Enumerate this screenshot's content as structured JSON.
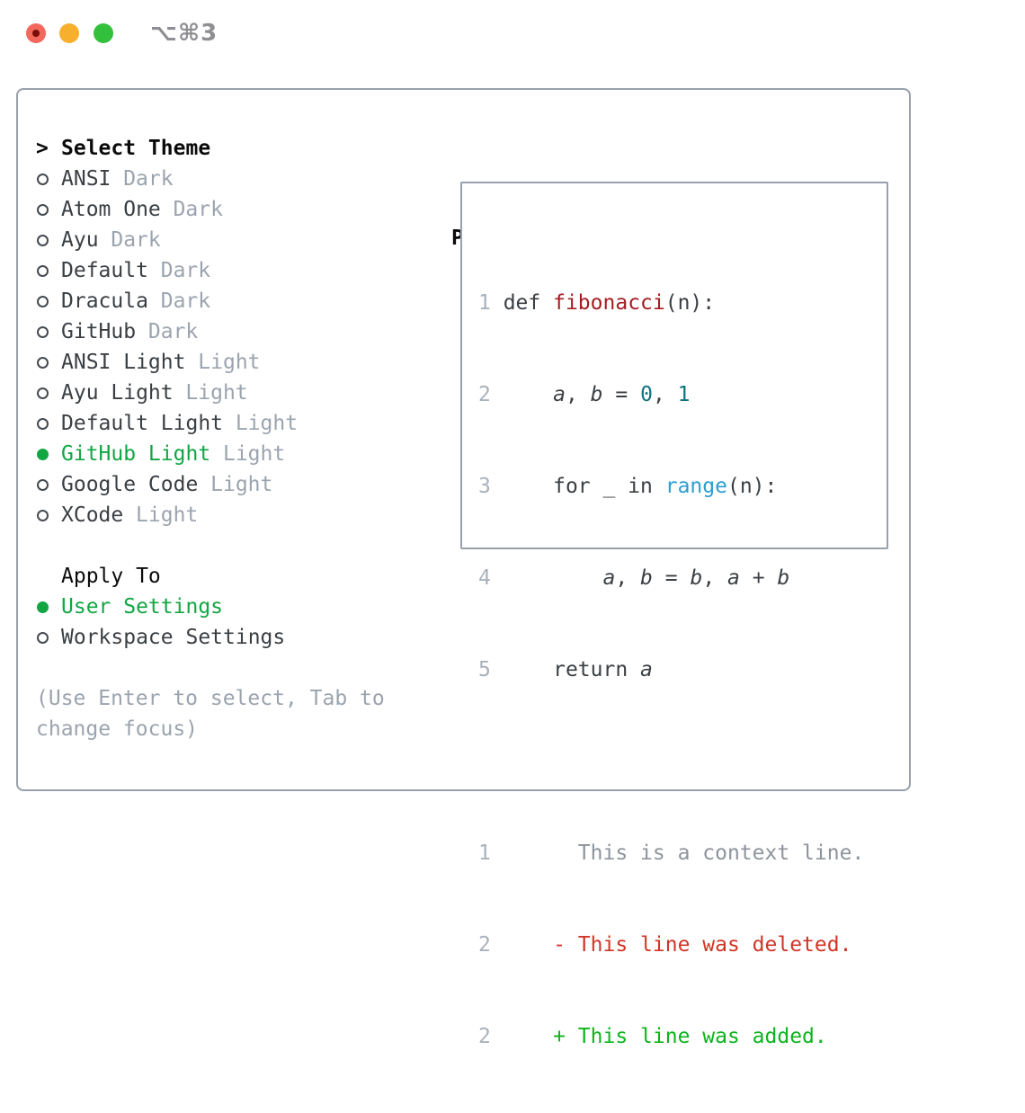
{
  "window": {
    "title": "⌥⌘3",
    "traffic_lights": {
      "close": "red",
      "minimize": "yellow",
      "zoom": "green"
    }
  },
  "colors": {
    "accent_green": "#12a643",
    "diff_add_green": "#0db41e",
    "diff_del_red": "#d13527",
    "keyword_red": "#a61d22",
    "literal_teal": "#0e747d",
    "call_blue": "#2b9ed0",
    "muted_gray": "#9ba4ae",
    "border_gray": "#98a1ab",
    "text_dark": "#3a3f44"
  },
  "theme_picker": {
    "header_marker": ">",
    "header": "Select Theme",
    "items": [
      {
        "name": "ANSI",
        "variant": "Dark",
        "selected": false
      },
      {
        "name": "Atom One",
        "variant": "Dark",
        "selected": false
      },
      {
        "name": "Ayu",
        "variant": "Dark",
        "selected": false
      },
      {
        "name": "Default",
        "variant": "Dark",
        "selected": false
      },
      {
        "name": "Dracula",
        "variant": "Dark",
        "selected": false
      },
      {
        "name": "GitHub",
        "variant": "Dark",
        "selected": false
      },
      {
        "name": "ANSI Light",
        "variant": "Light",
        "selected": false
      },
      {
        "name": "Ayu Light",
        "variant": "Light",
        "selected": false
      },
      {
        "name": "Default Light",
        "variant": "Light",
        "selected": false
      },
      {
        "name": "GitHub Light",
        "variant": "Light",
        "selected": true
      },
      {
        "name": "Google Code",
        "variant": "Light",
        "selected": false
      },
      {
        "name": "XCode",
        "variant": "Light",
        "selected": false
      }
    ]
  },
  "apply_to": {
    "header": "Apply To",
    "items": [
      {
        "label": "User Settings",
        "selected": true
      },
      {
        "label": "Workspace Settings",
        "selected": false
      }
    ]
  },
  "hint": "(Use Enter to select, Tab to change focus)",
  "preview": {
    "header": "Preview",
    "lines": [
      [
        {
          "t": "1",
          "c": "num"
        },
        {
          "t": " def ",
          "c": "fg"
        },
        {
          "t": "fibonacci",
          "c": "fn"
        },
        {
          "t": "(n):",
          "c": "fg"
        }
      ],
      [
        {
          "t": "2",
          "c": "num"
        },
        {
          "t": "     ",
          "c": "fg"
        },
        {
          "t": "a",
          "c": "var"
        },
        {
          "t": ", ",
          "c": "fg"
        },
        {
          "t": "b",
          "c": "var"
        },
        {
          "t": " = ",
          "c": "fg"
        },
        {
          "t": "0",
          "c": "lit"
        },
        {
          "t": ", ",
          "c": "fg"
        },
        {
          "t": "1",
          "c": "lit"
        }
      ],
      [
        {
          "t": "3",
          "c": "num"
        },
        {
          "t": "     for _ in ",
          "c": "fg"
        },
        {
          "t": "range",
          "c": "call"
        },
        {
          "t": "(n):",
          "c": "fg"
        }
      ],
      [
        {
          "t": "4",
          "c": "num"
        },
        {
          "t": "         ",
          "c": "fg"
        },
        {
          "t": "a",
          "c": "var"
        },
        {
          "t": ", ",
          "c": "fg"
        },
        {
          "t": "b",
          "c": "var"
        },
        {
          "t": " = ",
          "c": "fg"
        },
        {
          "t": "b",
          "c": "var"
        },
        {
          "t": ", ",
          "c": "fg"
        },
        {
          "t": "a",
          "c": "var"
        },
        {
          "t": " + ",
          "c": "fg"
        },
        {
          "t": "b",
          "c": "var"
        }
      ],
      [
        {
          "t": "5",
          "c": "num"
        },
        {
          "t": "     return ",
          "c": "fg"
        },
        {
          "t": "a",
          "c": "var"
        }
      ],
      [],
      [
        {
          "t": "1",
          "c": "num"
        },
        {
          "t": "       ",
          "c": "fg"
        },
        {
          "t": "This is a context line.",
          "c": "ctx"
        }
      ],
      [
        {
          "t": "2",
          "c": "num"
        },
        {
          "t": "     ",
          "c": "fg"
        },
        {
          "t": "- This line was deleted.",
          "c": "del"
        }
      ],
      [
        {
          "t": "2",
          "c": "num"
        },
        {
          "t": "     ",
          "c": "fg"
        },
        {
          "t": "+ This line was added.",
          "c": "add"
        }
      ]
    ]
  }
}
